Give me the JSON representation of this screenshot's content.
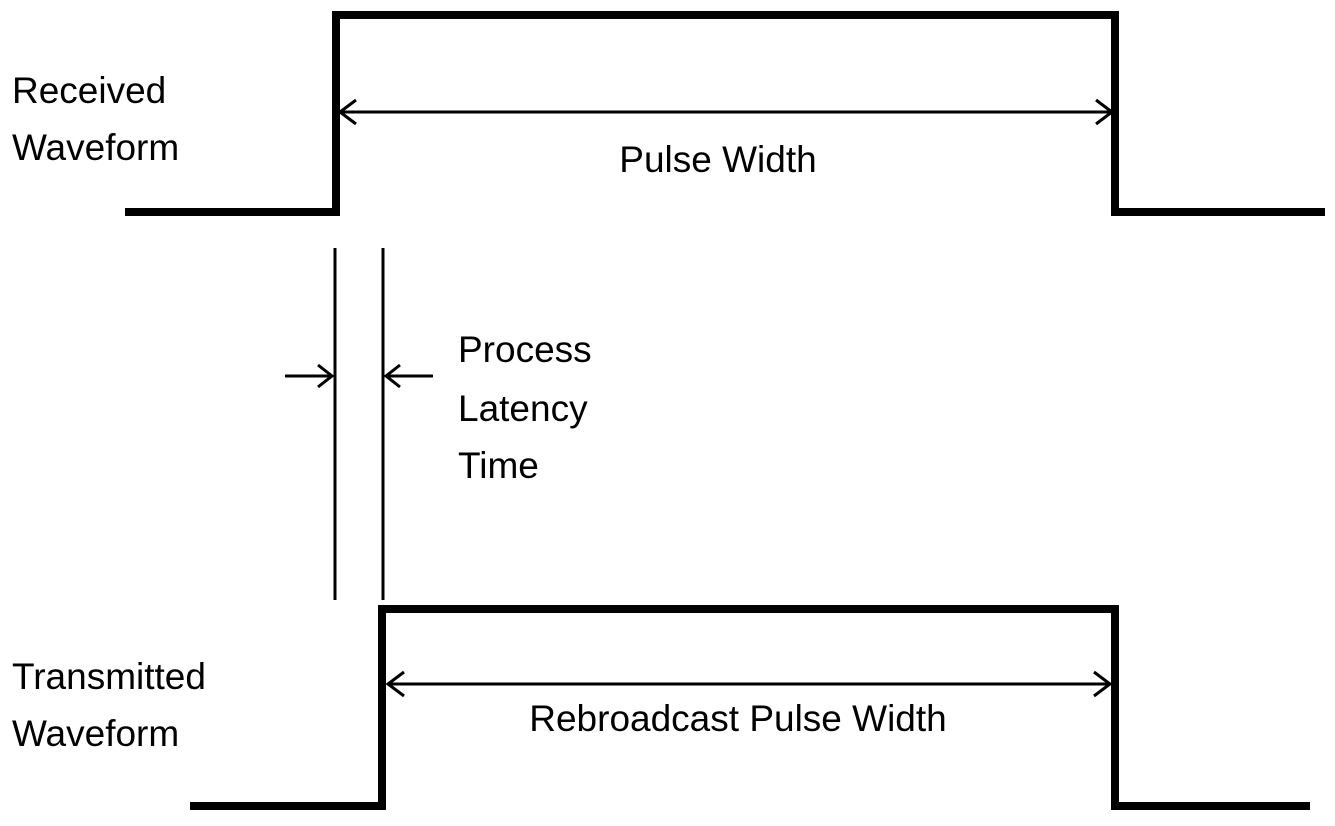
{
  "received": {
    "label_line1": "Received",
    "label_line2": "Waveform",
    "width_label": "Pulse Width"
  },
  "latency": {
    "label_line1": "Process",
    "label_line2": "Latency",
    "label_line3": "Time"
  },
  "transmitted": {
    "label_line1": "Transmitted",
    "label_line2": "Waveform",
    "width_label": "Rebroadcast Pulse Width"
  }
}
